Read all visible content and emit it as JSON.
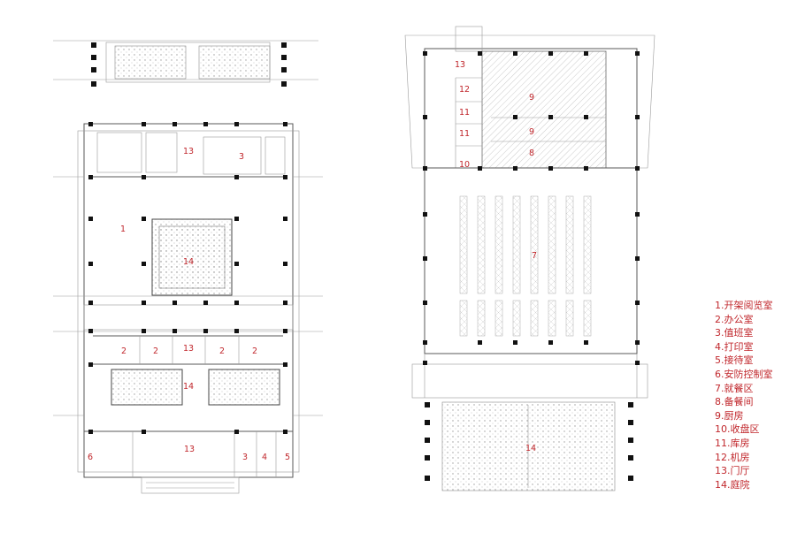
{
  "plan_left": {
    "room_labels": [
      "13",
      "3",
      "1",
      "14",
      "2",
      "2",
      "13",
      "2",
      "2",
      "14",
      "6",
      "13",
      "3",
      "4",
      "5"
    ]
  },
  "plan_right": {
    "room_labels": [
      "13",
      "12",
      "9",
      "11",
      "9",
      "11",
      "8",
      "10",
      "7",
      "14"
    ]
  },
  "legend": {
    "items": [
      "1.开架阅览室",
      "2.办公室",
      "3.值班室",
      "4.打印室",
      "5.接待室",
      "6.安防控制室",
      "7.就餐区",
      "8.备餐间",
      "9.厨房",
      "10.收盘区",
      "11.库房",
      "12.机房",
      "13.门厅",
      "14.庭院"
    ]
  },
  "colors": {
    "label": "#c0262b",
    "line": "#5a5a5a",
    "hatch": "#a9a9a9"
  }
}
